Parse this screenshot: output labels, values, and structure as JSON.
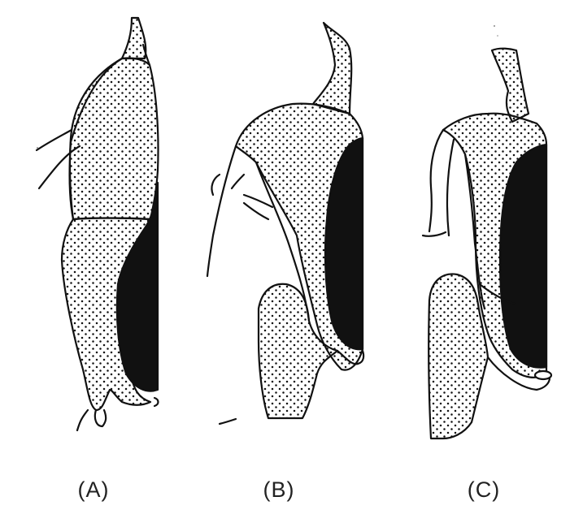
{
  "figure": {
    "panels": [
      {
        "label": "(A)"
      },
      {
        "label": "(B)"
      },
      {
        "label": "(C)"
      }
    ]
  }
}
